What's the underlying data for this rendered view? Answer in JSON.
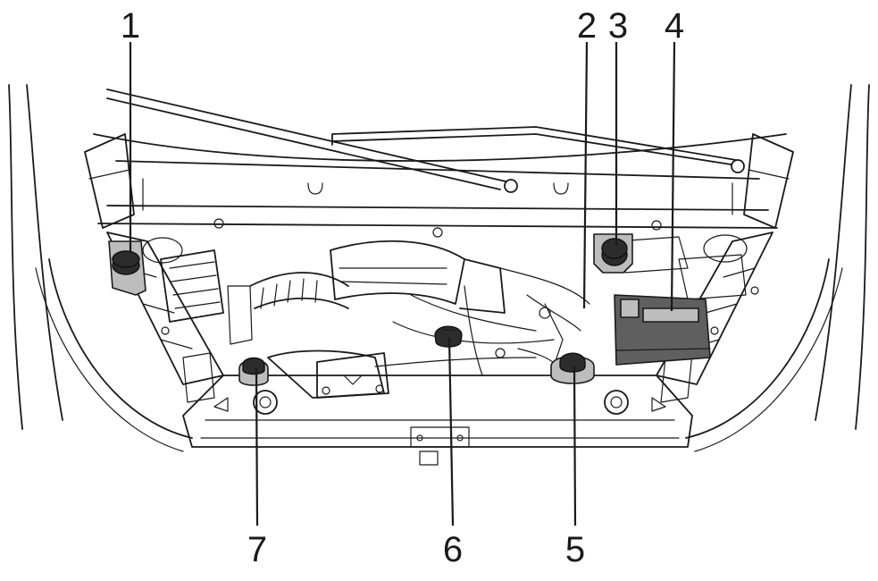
{
  "callouts": [
    {
      "id": "1",
      "label": "1"
    },
    {
      "id": "2",
      "label": "2"
    },
    {
      "id": "3",
      "label": "3"
    },
    {
      "id": "4",
      "label": "4"
    },
    {
      "id": "5",
      "label": "5"
    },
    {
      "id": "6",
      "label": "6"
    },
    {
      "id": "7",
      "label": "7"
    }
  ],
  "colors": {
    "line": "#1a1a1a",
    "cap_dark": "#2c2c2c",
    "reservoir_gray": "#bdbdbd",
    "battery_gray": "#5f5f5f",
    "background": "#ffffff"
  }
}
